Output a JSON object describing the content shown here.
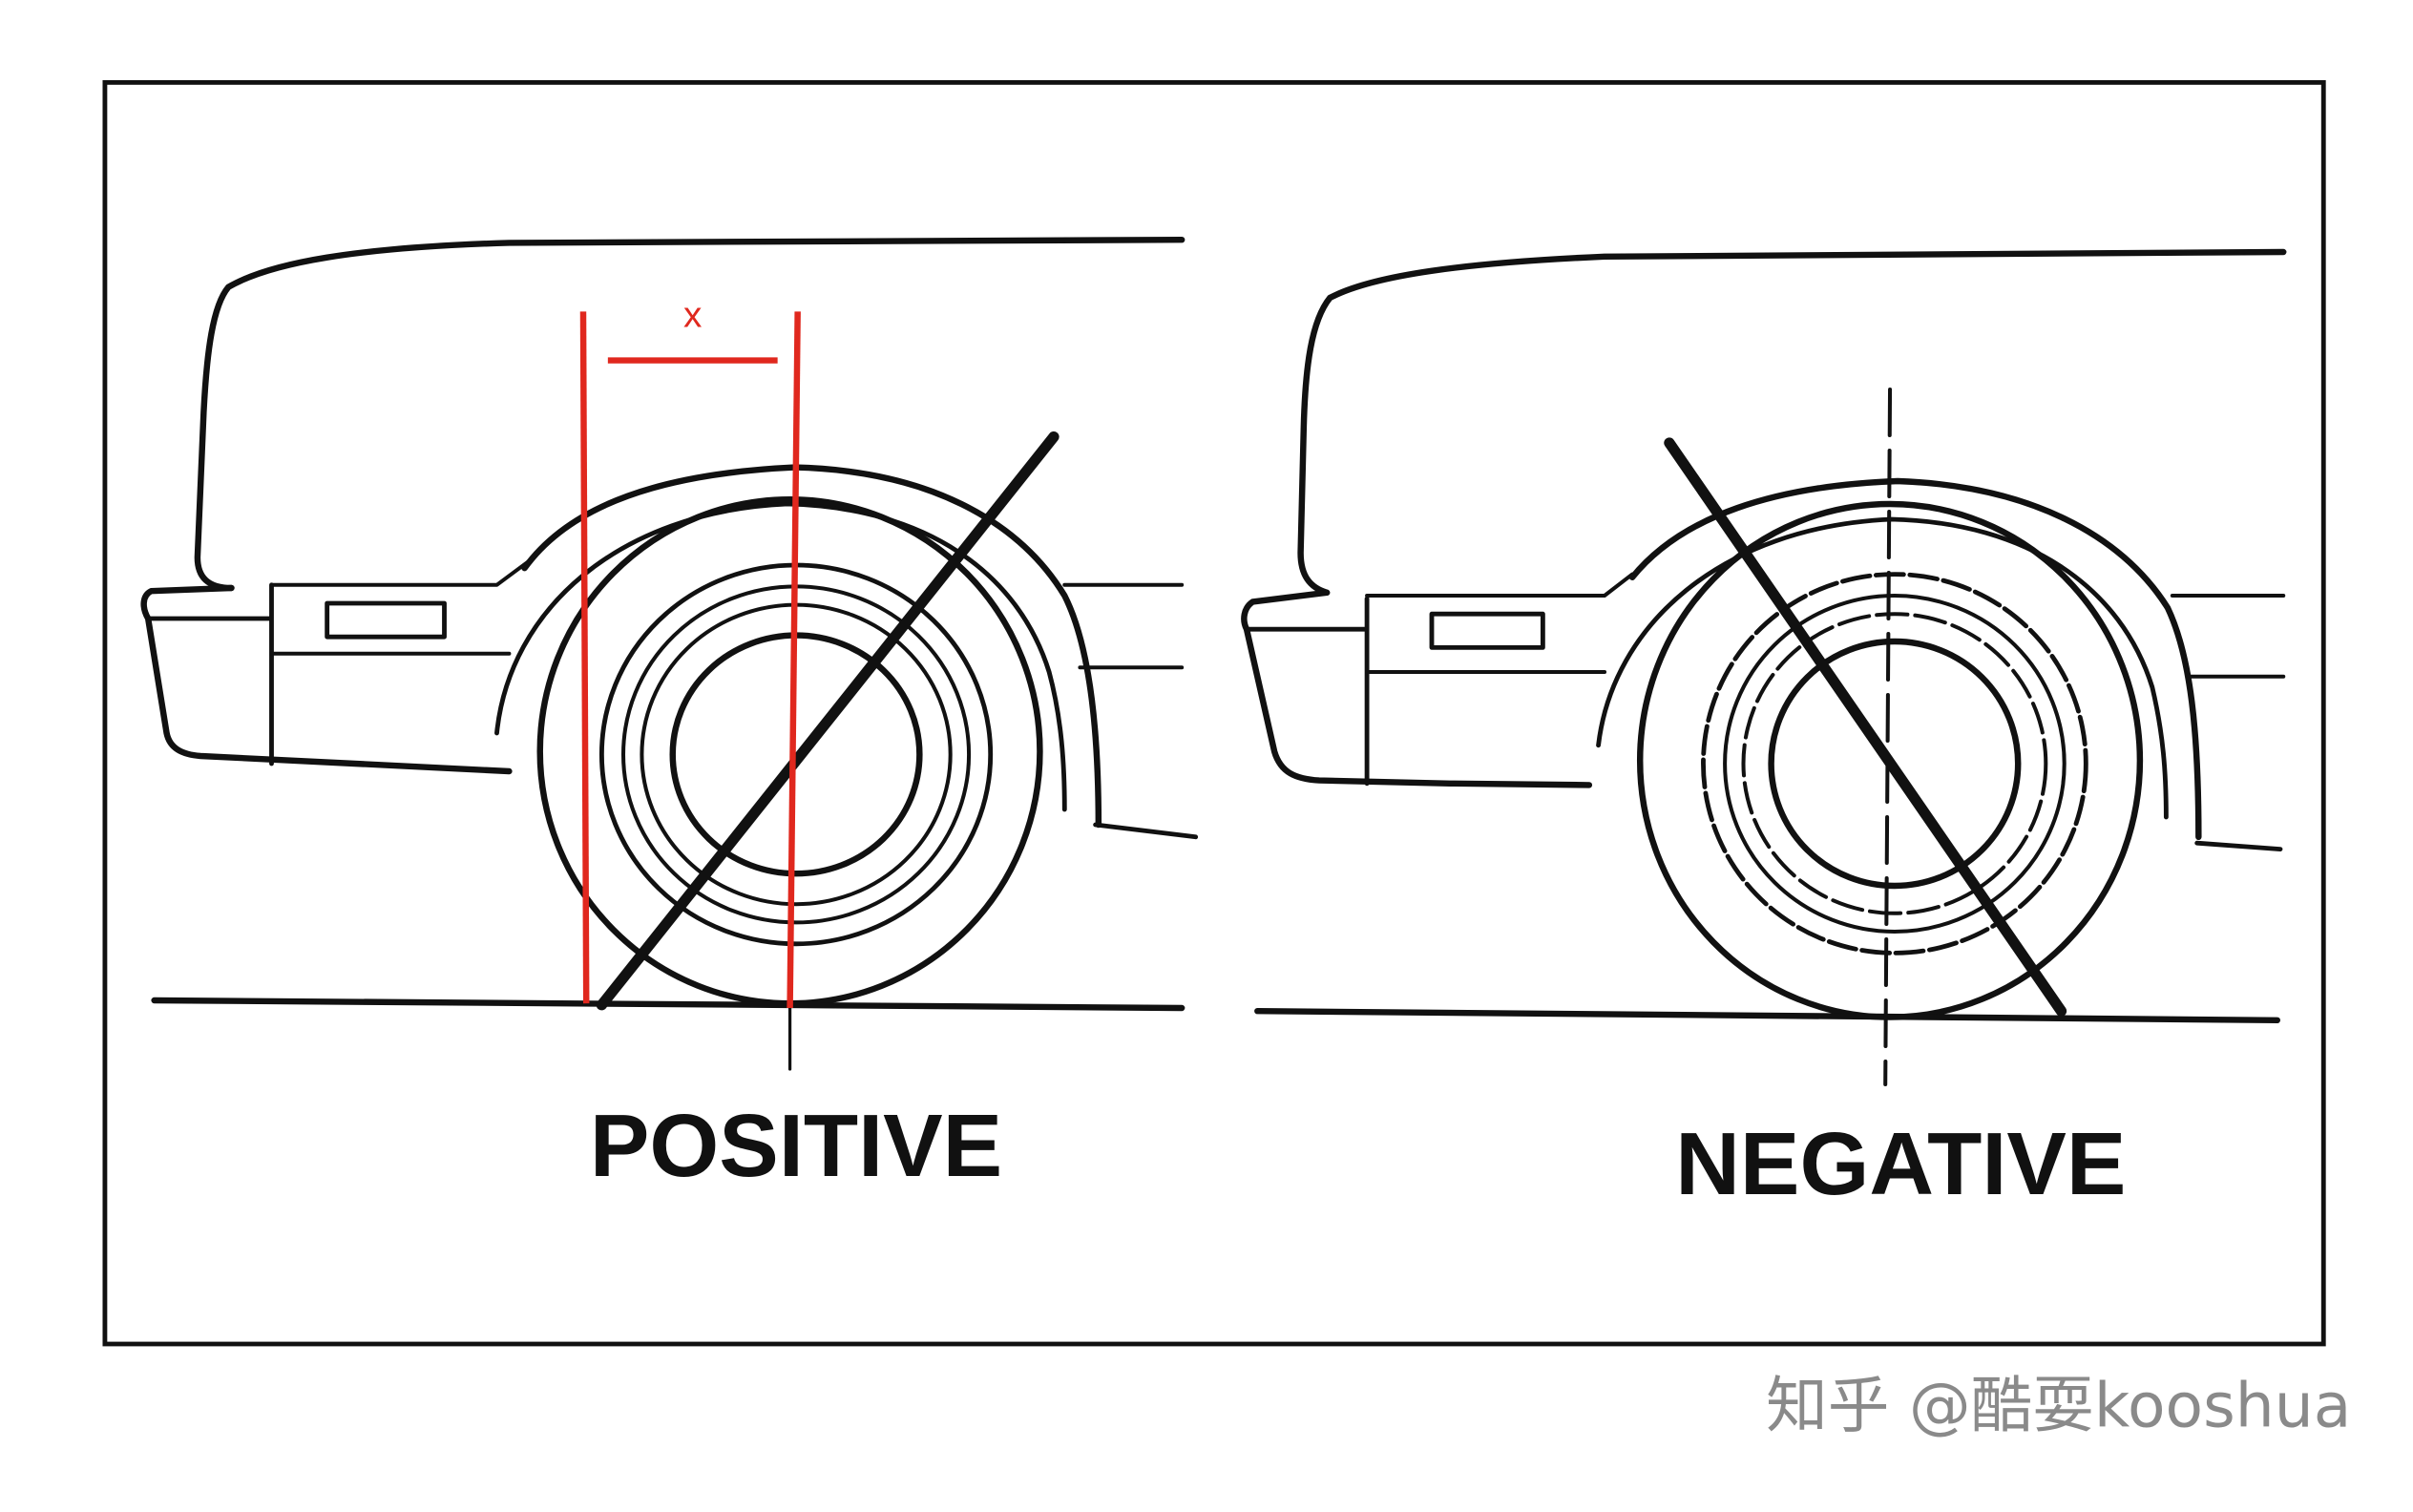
{
  "diagram": {
    "positive": {
      "label": "POSITIVE",
      "offset_label": "x"
    },
    "negative": {
      "label": "NEGATIVE"
    }
  },
  "colors": {
    "line": "#111111",
    "accent": "#e0281e",
    "watermark": "#8a8a8a"
  },
  "watermark": {
    "text": "知乎 @酷耍kooshua"
  }
}
